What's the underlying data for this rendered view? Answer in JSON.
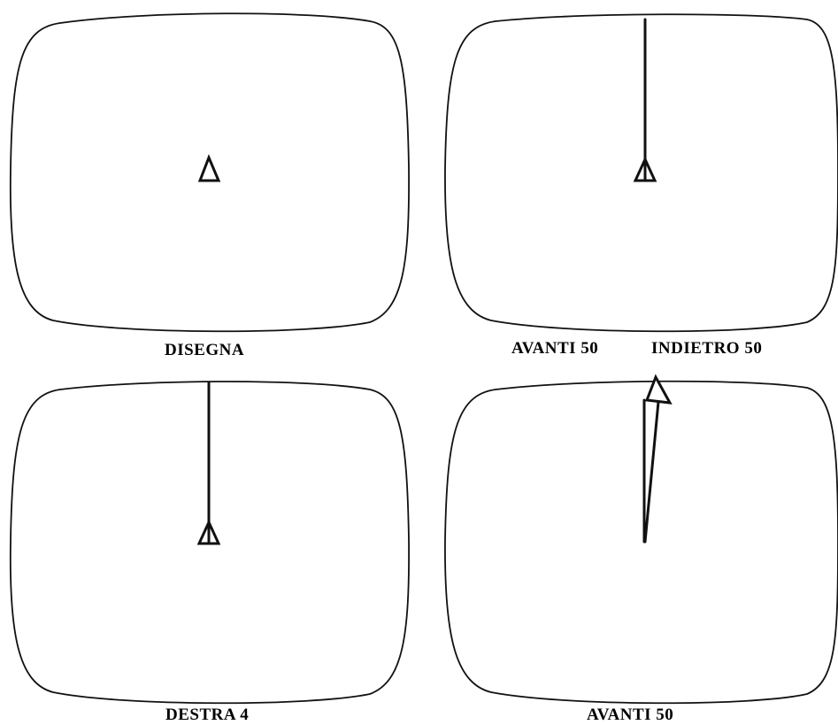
{
  "panels": [
    {
      "id": "p1",
      "captions": [
        "DISEGNA"
      ]
    },
    {
      "id": "p2",
      "captions": [
        "AVANTI 50",
        "INDIETRO 50"
      ]
    },
    {
      "id": "p3",
      "captions": [
        "DESTRA 4"
      ]
    },
    {
      "id": "p4",
      "captions": [
        "AVANTI 50"
      ]
    }
  ],
  "icons": {
    "turtle": "turtle-triangle-icon"
  }
}
